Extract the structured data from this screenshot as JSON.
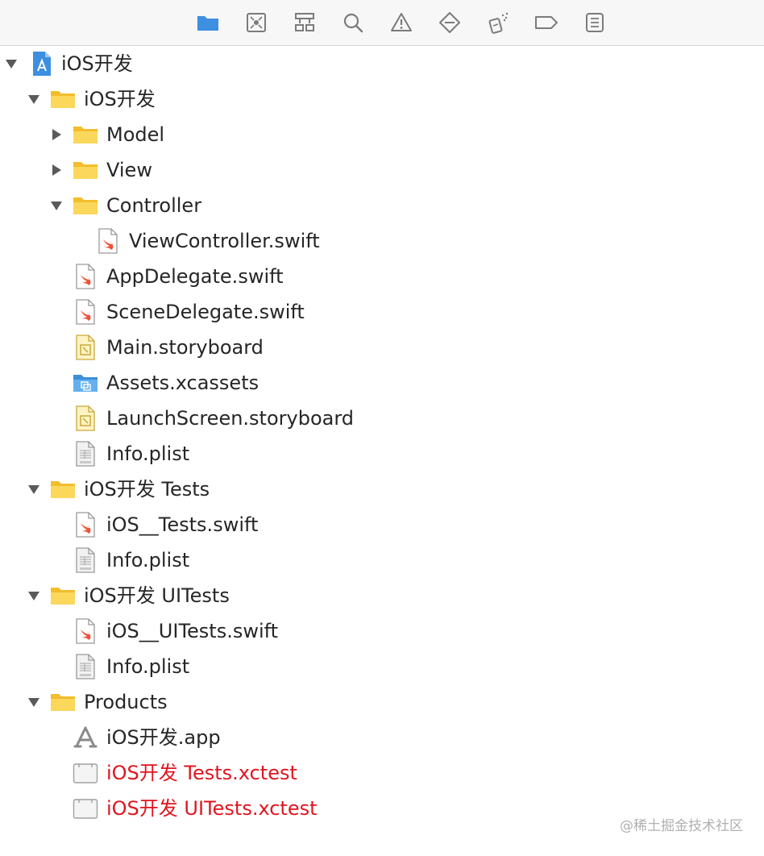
{
  "toolbar": {
    "icons": [
      "folder-icon",
      "source-control-icon",
      "hierarchy-icon",
      "search-icon",
      "warning-icon",
      "test-diamond-icon",
      "debug-spray-icon",
      "breakpoint-tag-icon",
      "report-list-icon"
    ]
  },
  "tree": {
    "items": [
      {
        "label": "iOS开发",
        "type": "project",
        "expanded": true
      },
      {
        "label": "iOS开发",
        "type": "folder",
        "expanded": true
      },
      {
        "label": "Model",
        "type": "folder",
        "expanded": false
      },
      {
        "label": "View",
        "type": "folder",
        "expanded": false
      },
      {
        "label": "Controller",
        "type": "folder",
        "expanded": true
      },
      {
        "label": "ViewController.swift",
        "type": "swift"
      },
      {
        "label": "AppDelegate.swift",
        "type": "swift"
      },
      {
        "label": "SceneDelegate.swift",
        "type": "swift"
      },
      {
        "label": "Main.storyboard",
        "type": "storyboard"
      },
      {
        "label": "Assets.xcassets",
        "type": "xcassets"
      },
      {
        "label": "LaunchScreen.storyboard",
        "type": "storyboard"
      },
      {
        "label": "Info.plist",
        "type": "plist"
      },
      {
        "label": "iOS开发 Tests",
        "type": "folder",
        "expanded": true
      },
      {
        "label": "iOS__Tests.swift",
        "type": "swift"
      },
      {
        "label": "Info.plist",
        "type": "plist"
      },
      {
        "label": "iOS开发 UITests",
        "type": "folder",
        "expanded": true
      },
      {
        "label": "iOS__UITests.swift",
        "type": "swift"
      },
      {
        "label": "Info.plist",
        "type": "plist"
      },
      {
        "label": "Products",
        "type": "folder",
        "expanded": true
      },
      {
        "label": "iOS开发.app",
        "type": "app"
      },
      {
        "label": "iOS开发 Tests.xctest",
        "type": "xctest",
        "missing": true
      },
      {
        "label": "iOS开发 UITests.xctest",
        "type": "xctest",
        "missing": true
      }
    ]
  },
  "colors": {
    "accent": "#3d8fe0",
    "folder": "#f7c948",
    "missing_text": "#e0151f",
    "text": "#262626"
  },
  "watermark": "@稀土掘金技术社区"
}
